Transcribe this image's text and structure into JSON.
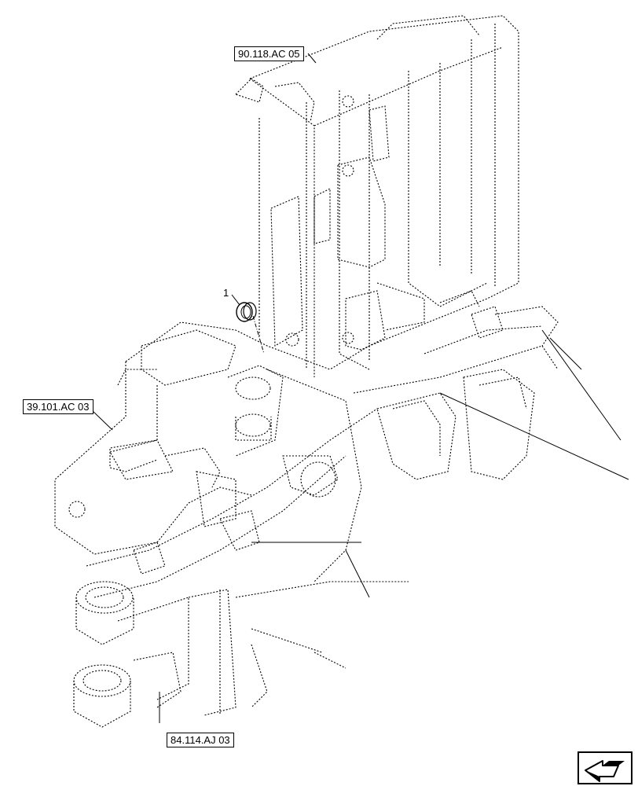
{
  "refs": {
    "top": "90.118.AC 05",
    "left": "39.101.AC 03",
    "bottom": "84.114.AJ 03"
  },
  "callout": {
    "part_number": "1"
  },
  "nav": {
    "icon": "arrow-icon"
  }
}
